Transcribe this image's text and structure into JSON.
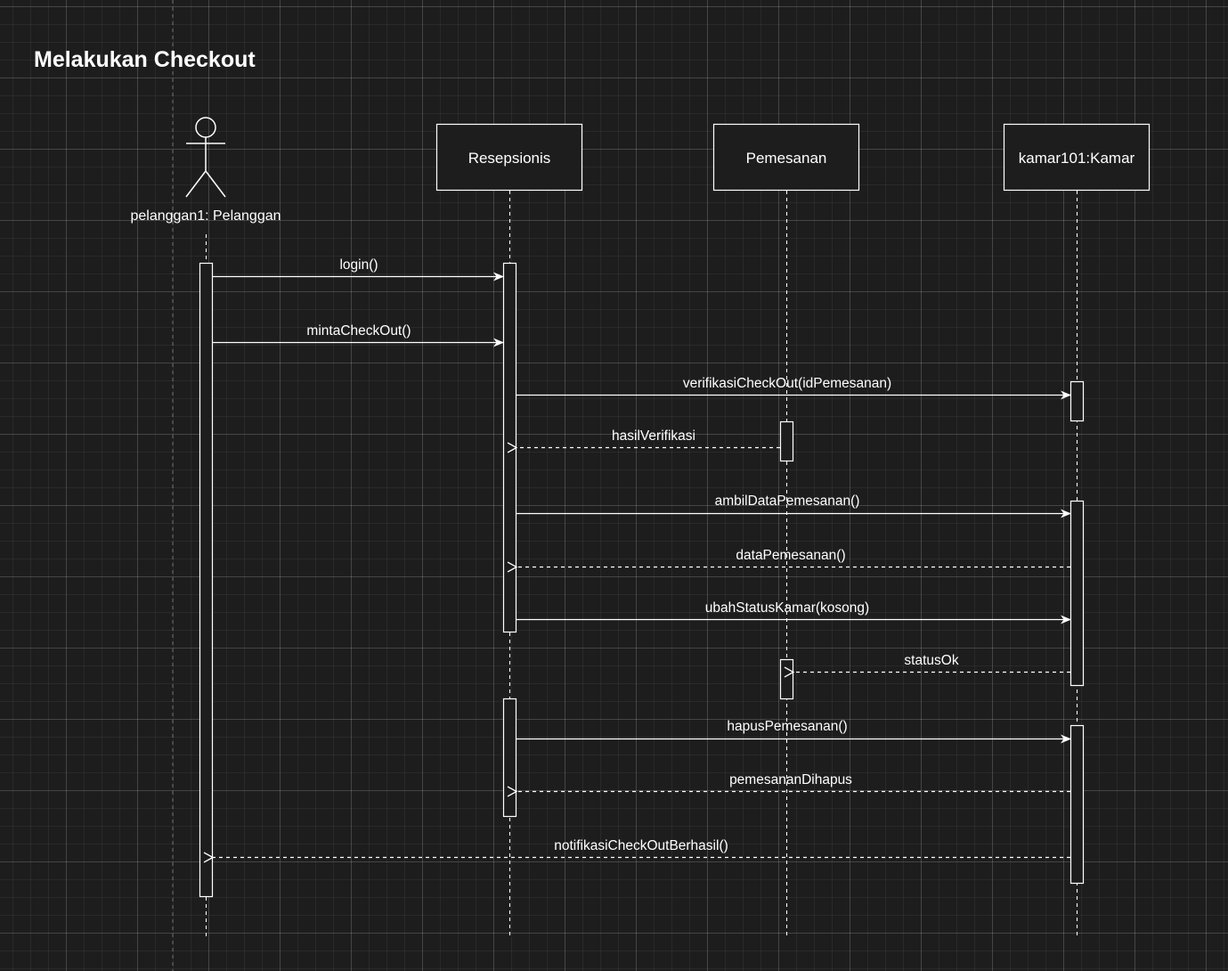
{
  "diagram": {
    "title": "Melakukan Checkout",
    "actor": {
      "label": "pelanggan1: Pelanggan"
    },
    "participants": [
      {
        "id": "resepsionis",
        "label": "Resepsionis"
      },
      {
        "id": "pemesanan",
        "label": "Pemesanan"
      },
      {
        "id": "kamar",
        "label": "kamar101:Kamar"
      }
    ],
    "messages": [
      {
        "label": "login()",
        "from": "actor",
        "to": "resepsionis",
        "kind": "sync"
      },
      {
        "label": "mintaCheckOut()",
        "from": "actor",
        "to": "resepsionis",
        "kind": "sync"
      },
      {
        "label": "verifikasiCheckOut(idPemesanan)",
        "from": "resepsionis",
        "to": "kamar",
        "kind": "sync"
      },
      {
        "label": "hasilVerifikasi",
        "from": "pemesanan",
        "to": "resepsionis",
        "kind": "return"
      },
      {
        "label": "ambilDataPemesanan()",
        "from": "resepsionis",
        "to": "kamar",
        "kind": "sync"
      },
      {
        "label": "dataPemesanan()",
        "from": "kamar",
        "to": "resepsionis",
        "kind": "return"
      },
      {
        "label": "ubahStatusKamar(kosong)",
        "from": "resepsionis",
        "to": "kamar",
        "kind": "sync"
      },
      {
        "label": "statusOk",
        "from": "kamar",
        "to": "pemesanan",
        "kind": "return"
      },
      {
        "label": "hapusPemesanan()",
        "from": "resepsionis",
        "to": "kamar",
        "kind": "sync"
      },
      {
        "label": "pemesananDihapus",
        "from": "kamar",
        "to": "resepsionis",
        "kind": "return"
      },
      {
        "label": "notifikasiCheckOutBerhasil()",
        "from": "kamar",
        "to": "actor",
        "kind": "return"
      }
    ],
    "colors": {
      "background": "#1d1d1d",
      "stroke": "#ffffff",
      "text": "#ffffff"
    }
  }
}
